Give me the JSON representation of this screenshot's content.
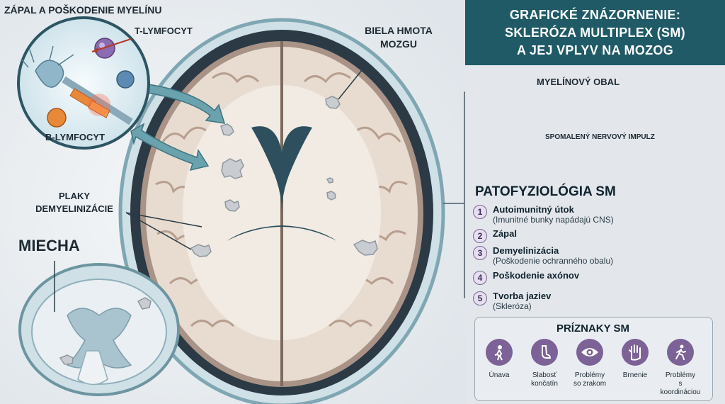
{
  "title": {
    "line1": "GRAFICKÉ ZNÁZORNENIE:",
    "line2": "SKLERÓZA MULTIPLEX (SM)",
    "line3": "A JEJ VPLYV NA MOZOG"
  },
  "labels": {
    "inflammation": "ZÁPAL A POŠKODENIE MYELÍNU",
    "t_cell": "T-LYMFOCYT",
    "b_cell": "B-LYMFOCYT",
    "white_matter_1": "BIELA HMOTA",
    "white_matter_2": "MOZGU",
    "plaques_1": "PLAKY",
    "plaques_2": "DEMYELINIZÁCIE",
    "spinal_cord": "MIECHA",
    "myelin_sheath": "MYELÍNOVÝ OBAL",
    "slowed_impulse": "SPOMALENÝ NERVOVÝ IMPULZ"
  },
  "pathophysiology": {
    "title": "PATOFYZIOLÓGIA SM",
    "steps": [
      {
        "num": "1",
        "title": "Autoimunitný útok",
        "sub": "(Imunitné bunky napádajú CNS)"
      },
      {
        "num": "2",
        "title": "Zápal",
        "sub": ""
      },
      {
        "num": "3",
        "title": "Demyelinizácia",
        "sub": "(Poškodenie ochranného obalu)"
      },
      {
        "num": "4",
        "title": "Poškodenie axónov",
        "sub": ""
      },
      {
        "num": "5",
        "title": "Tvorba jaziev",
        "sub": "(Skleróza)"
      }
    ]
  },
  "symptoms": {
    "title": "PRÍZNAKY SM",
    "items": [
      {
        "l1": "Únava",
        "l2": "",
        "icon": "fatigue-icon"
      },
      {
        "l1": "Slabosť",
        "l2": "končatín",
        "icon": "foot-icon"
      },
      {
        "l1": "Problémy",
        "l2": "so zrakom",
        "icon": "eye-icon"
      },
      {
        "l1": "Brnenie",
        "l2": "",
        "icon": "hand-icon"
      },
      {
        "l1": "Problémy",
        "l2": "s koordináciou",
        "icon": "walking-icon"
      }
    ]
  },
  "colors": {
    "header_bg": "#1f5a66",
    "accent_purple": "#7c6296",
    "arrow_teal": "#5f9aa6",
    "brain_tissue": "#e8dcd0"
  }
}
